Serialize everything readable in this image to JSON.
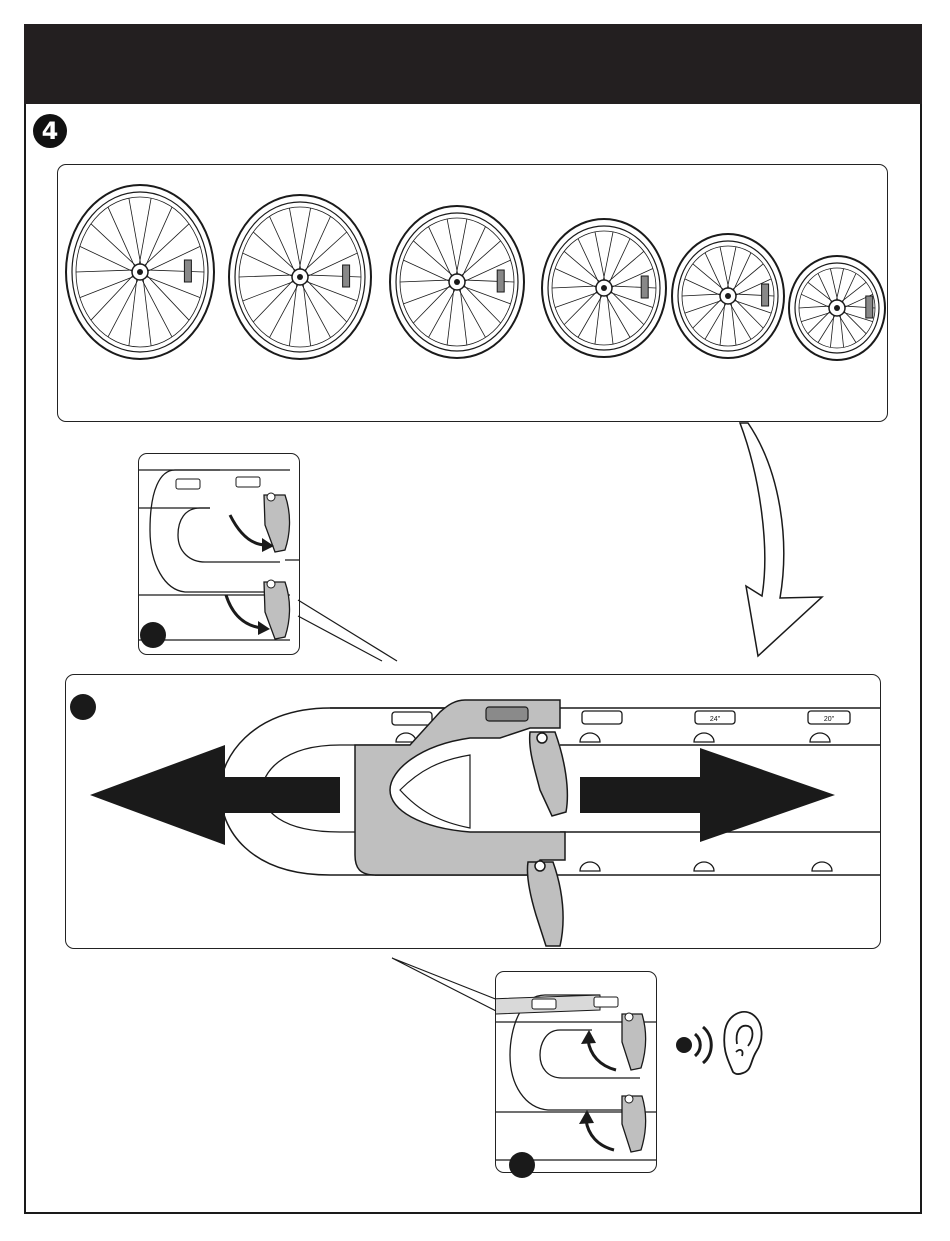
{
  "step": {
    "number": "4"
  },
  "wheels": {
    "count": 6
  },
  "size_markers": [
    "24\"",
    "20\""
  ],
  "icons": [
    "wheel-icon",
    "curved-arrow-icon",
    "double-arrow-icon",
    "sound-icon",
    "ear-icon",
    "lever-icon"
  ],
  "colors": {
    "header": "#231f20",
    "adjuster": "#bfbfbf",
    "slot_selected": "#8a8a8a",
    "line": "#1a1a1a"
  }
}
